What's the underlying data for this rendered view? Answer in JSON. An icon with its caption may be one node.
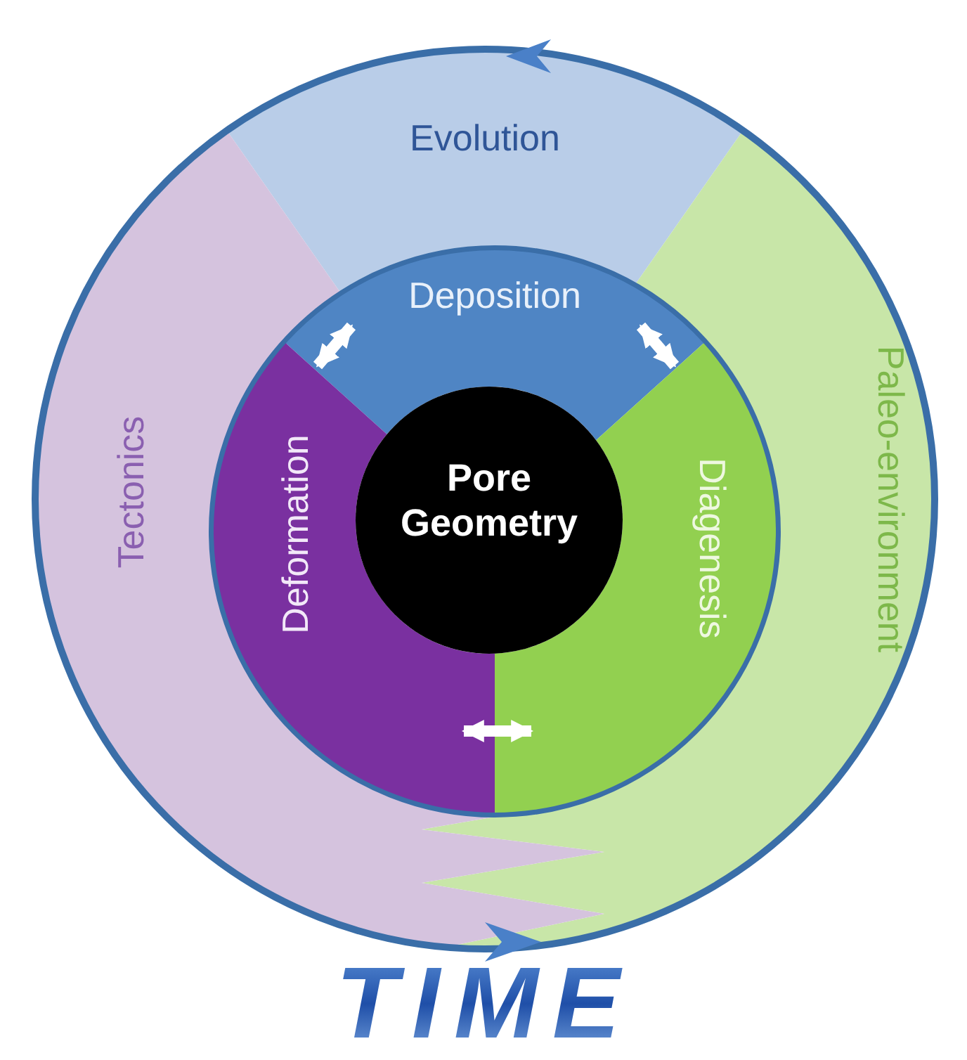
{
  "diagram": {
    "nodes": [
      {
        "text": [
          "Evolution"
        ]
      },
      {
        "text": [
          "Paleo-environment"
        ]
      },
      {
        "text": [
          "Tectonics"
        ]
      },
      {
        "text": [
          "Deposition"
        ]
      },
      {
        "text": [
          "Diagenesis"
        ]
      },
      {
        "text": [
          "Deformation"
        ]
      },
      {
        "text": [
          "Pore Geometry"
        ]
      }
    ],
    "edges": [
      {
        "from": 3,
        "to": 5,
        "arrow": "both"
      },
      {
        "from": 3,
        "to": 4,
        "arrow": "both"
      },
      {
        "from": 5,
        "to": 4,
        "arrow": "both"
      }
    ],
    "labels": [
      "TIME"
    ]
  }
}
